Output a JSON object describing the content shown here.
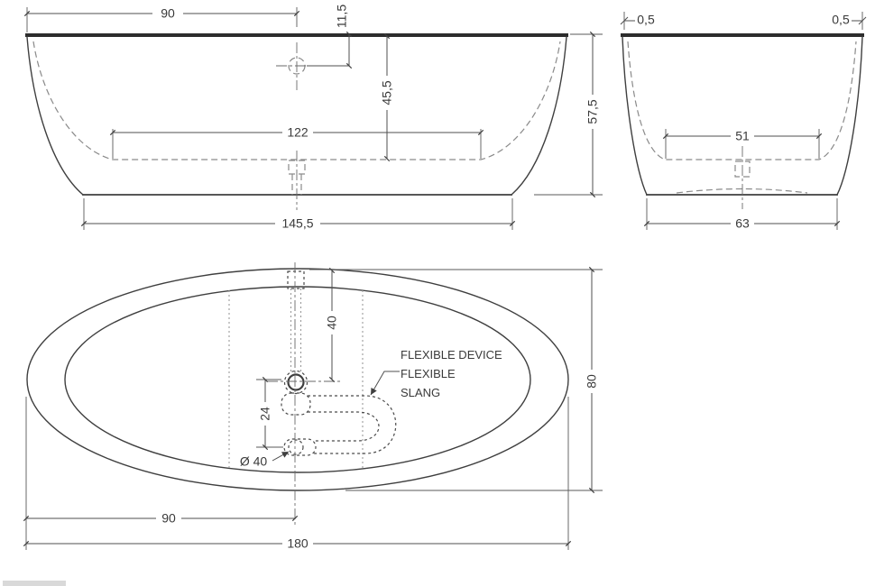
{
  "front_view": {
    "dim_top_width": "90",
    "dim_overflow_offset": "11,5",
    "dim_inner_depth": "45,5",
    "dim_inner_length": "122",
    "dim_base_length": "145,5",
    "dim_height": "57,5"
  },
  "end_view": {
    "dim_rim_overhang_left": "0,5",
    "dim_rim_overhang_right": "0,5",
    "dim_inner_width": "51",
    "dim_base_width": "63"
  },
  "plan_view": {
    "dim_overflow_to_rim": "40",
    "dim_overflow_to_drain": "24",
    "dim_drain_diameter": "Ø 40",
    "dim_half_length": "90",
    "dim_total_length": "180",
    "dim_total_width": "80",
    "annotation_line1": "FLEXIBLE DEVICE",
    "annotation_line2": "FLEXIBLE",
    "annotation_line3": "SLANG"
  },
  "colors": {
    "outline": "#3f3f3f",
    "rim": "#2d2d2d",
    "dimension": "#4f4f4f",
    "hidden_dashed": "#8a8a8a",
    "text": "#3a3a3a",
    "background": "#ffffff",
    "logo_box": "#d9d9d9"
  }
}
